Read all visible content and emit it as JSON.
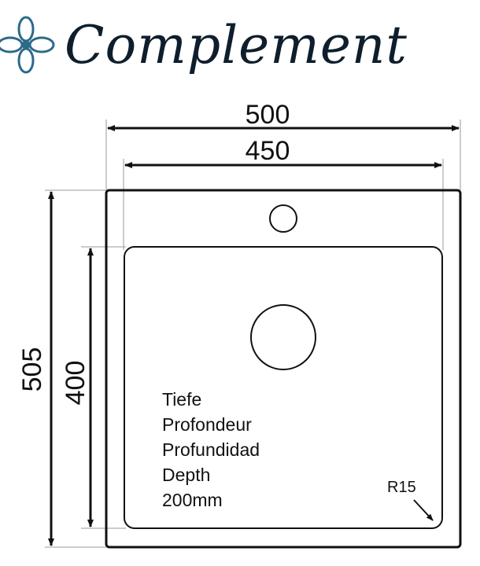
{
  "brand": {
    "name": "Complement",
    "logo_icon": "quatrefoil-knot-icon",
    "color": "#0e1e2c",
    "icon_color": "#2d6a8a"
  },
  "dimensions": {
    "outer_width": "500",
    "inner_width": "450",
    "outer_depth": "505",
    "inner_depth": "400",
    "corner_radius": "R15"
  },
  "depth_note": {
    "lines": [
      "Tiefe",
      "Profondeur",
      "Profundidad",
      "Depth",
      "200mm"
    ]
  }
}
